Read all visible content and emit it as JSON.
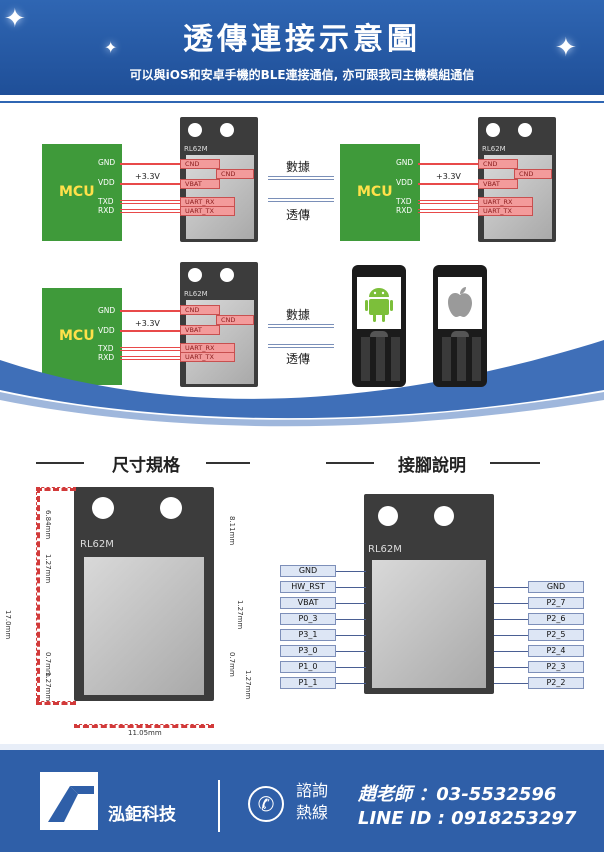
{
  "header": {
    "title": "透傳連接示意圖",
    "subtitle": "可以與iOS和安卓手機的BLE連接通信, 亦可跟我司主機模組通信"
  },
  "diagram": {
    "mcu_label": "MCU",
    "mcu_pins": [
      "GND",
      "VDD",
      "TXD",
      "RXD"
    ],
    "voltage": "+3.3V",
    "module_label": "RL62M",
    "module_pins": [
      "CND",
      "CND",
      "VBAT",
      "UART_RX",
      "UART_TX"
    ],
    "arrow_top": "數據",
    "arrow_bottom": "透傳"
  },
  "sections": {
    "dimensions_title": "尺寸規格",
    "pinout_title": "接腳說明"
  },
  "dimensions": {
    "top": "6.84mm",
    "pitch_left": "1.27mm",
    "height": "17.0mm",
    "right_top": "8.11mm",
    "right_pitch": "1.27mm",
    "pad_left": "0.7mm",
    "pad_right": "0.7mm",
    "pitch_bottom_left": "1.27mm",
    "pitch_bottom_right": "1.27mm",
    "width": "11.05mm"
  },
  "pinout": {
    "module_label": "RL62M",
    "left": [
      "GND",
      "HW_RST",
      "VBAT",
      "P0_3",
      "P3_1",
      "P3_0",
      "P1_0",
      "P1_1"
    ],
    "right": [
      "GND",
      "P2_7",
      "P2_6",
      "P2_5",
      "P2_4",
      "P2_3",
      "P2_2"
    ]
  },
  "footer": {
    "company": "泓鉅科技",
    "consult_line1": "諮詢",
    "consult_line2": "熱線",
    "contact_teacher": "趙老師 ：03-5532596",
    "contact_line": "LINE ID : 0918253297"
  },
  "colors": {
    "brand_blue": "#2f66b3",
    "mcu_green": "#3f9a3a",
    "pin_tag_red": "#f39b9b"
  }
}
